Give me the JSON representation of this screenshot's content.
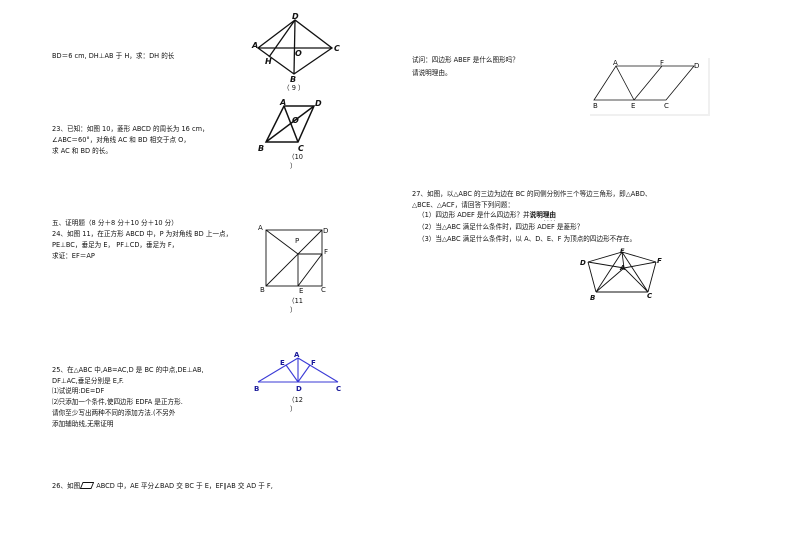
{
  "left_column": {
    "q22_line": "BD＝6  cm, DH⊥AB 于 H，求：DH 的长",
    "fig9_caption": "（ 9 ）",
    "q23": [
      "23、已知：如图 10，菱形 ABCD 的周长为 16  cm，",
      "∠ABC＝60°，对角线 AC 和 BD 相交于点 O，",
      "求 AC 和 BD 的长。"
    ],
    "fig10_caption_1": "（10",
    "fig10_caption_2": "）",
    "section5_title": "五、证明题（8 分＋8 分＋10 分＋10 分）",
    "q24": [
      "24、如图 11，在正方形 ABCD 中，P 为对角线 BD 上一点，",
      "PE⊥BC，垂足为 E，    PF⊥CD，垂足为 F，",
      "求证：EF＝AP"
    ],
    "fig11_caption_1": "（11",
    "fig11_caption_2": "）",
    "q25": [
      "25、在△ABC 中,AB=AC,D 是 BC 的中点,DE⊥AB,",
      "DF⊥AC,垂足分别是 E,F.",
      "⑴试说明:DE=DF",
      "⑵只添加一个条件,使四边形 EDFA 是正方形.",
      "请你至少写出两种不同的添加方法.(不另外",
      "添加辅助线,无需证明"
    ],
    "fig12_caption_1": "（12",
    "fig12_caption_2": "）",
    "q26_prefix": "26、如图",
    "q26_suffix": " ABCD 中，AE 平分∠BAD 交 BC 于 E，EF∥AB 交 AD 于 F,"
  },
  "right_column": {
    "q26_cont": [
      "试问：四边形 ABEF 是什么图形吗？",
      "请说明理由。"
    ],
    "q27": [
      "27、如图，以△ABC 的三边为边在 BC 的同侧分别作三个等边三角形，即△ABD、",
      "△BCE、△ACF，请回答下列问题："
    ],
    "q27_sub1_prefix": "（1）四边形 ADEF 是什么四边形？并",
    "q27_sub1_bold": "说明理由",
    "q27_sub1_dots": "· ·  ·  ·",
    "q27_sub2": "（2）当△ABC 满足什么条件时，四边形 ADEF 是菱形？",
    "q27_sub3": "（3）当△ABC 满足什么条件时，以 A、D、E、F 为顶点的四边形不存在。"
  },
  "figure_labels": {
    "fig9": [
      "D",
      "A",
      "H",
      "O",
      "C",
      "B"
    ],
    "fig10": [
      "A",
      "D",
      "O",
      "B",
      "C"
    ],
    "fig11": [
      "A",
      "D",
      "P",
      "F",
      "B",
      "E",
      "C"
    ],
    "fig12": [
      "E",
      "A",
      "F",
      "B",
      "D",
      "C"
    ],
    "fig26": [
      "A",
      "F",
      "D",
      "B",
      "E",
      "C"
    ],
    "fig27": [
      "E",
      "D",
      "A",
      "F",
      "B",
      "C"
    ]
  },
  "colors": {
    "fig12_lines": "#3a3ad6",
    "text": "#111111"
  }
}
